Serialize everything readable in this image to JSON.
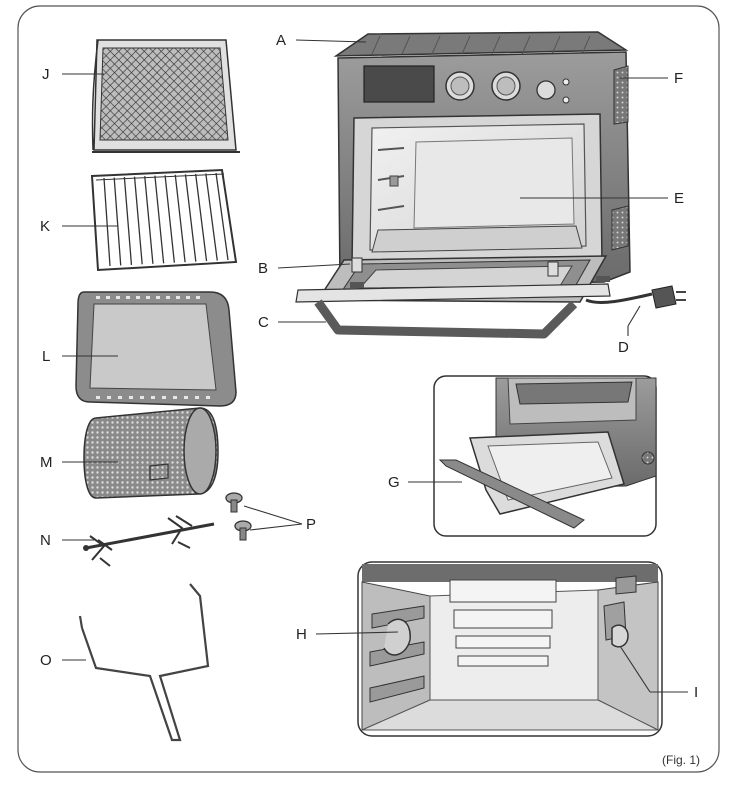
{
  "figure": {
    "caption": "(Fig. 1)",
    "labels": {
      "A": "A",
      "B": "B",
      "C": "C",
      "D": "D",
      "E": "E",
      "F": "F",
      "G": "G",
      "H": "H",
      "I": "I",
      "J": "J",
      "K": "K",
      "L": "L",
      "M": "M",
      "N": "N",
      "O": "O",
      "P": "P"
    }
  },
  "colors": {
    "outline": "#3a3a3a",
    "body_dark": "#6f6f6f",
    "body_mid": "#9a9a9a",
    "body_light": "#cfcfcf",
    "interior": "#e6e6e6"
  }
}
